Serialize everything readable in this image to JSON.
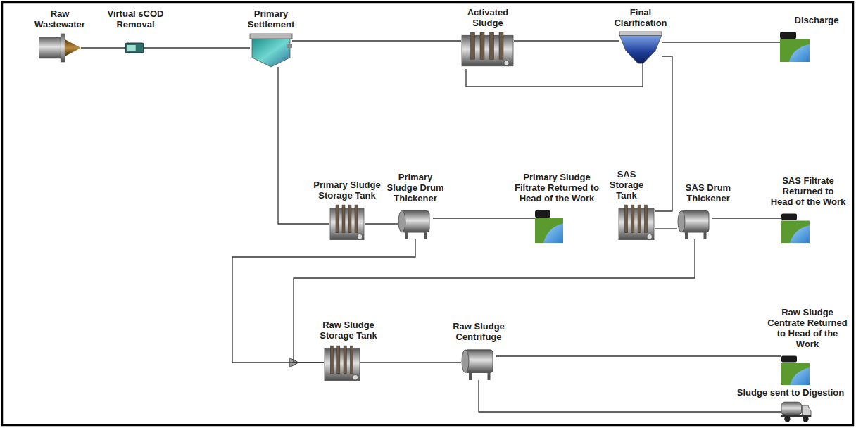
{
  "diagram": {
    "nodes": [
      {
        "text": [
          "Raw Wastewater"
        ]
      },
      {
        "text": [
          "Virtual sCOD Removal"
        ]
      },
      {
        "text": [
          "Primary Settlement"
        ]
      },
      {
        "text": [
          "Activated Sludge"
        ]
      },
      {
        "text": [
          "Final Clarification"
        ]
      },
      {
        "text": [
          "Discharge"
        ]
      },
      {
        "text": [
          "Primary Sludge Storage Tank"
        ]
      },
      {
        "text": [
          "Primary Sludge Drum Thickener"
        ]
      },
      {
        "text": [
          "Primary Sludge Filtrate Returned to Head of the Work"
        ]
      },
      {
        "text": [
          "SAS Storage Tank"
        ]
      },
      {
        "text": [
          "SAS Drum Thickener"
        ]
      },
      {
        "text": [
          "SAS Filtrate Returned to Head of the Work"
        ]
      },
      {
        "text": [
          "Raw Sludge Storage Tank"
        ]
      },
      {
        "text": [
          "Raw Sludge Centrifuge"
        ]
      },
      {
        "text": [
          "Raw Sludge Centrate Returned to Head of the Work"
        ]
      },
      {
        "text": [
          "Sludge sent to Digestion"
        ]
      }
    ],
    "edges": [
      {
        "from": 0,
        "to": 1,
        "arrow": "none"
      },
      {
        "from": 1,
        "to": 2,
        "arrow": "none"
      },
      {
        "from": 2,
        "to": 3,
        "arrow": "none"
      },
      {
        "from": 3,
        "to": 4,
        "arrow": "none"
      },
      {
        "from": 4,
        "to": 3,
        "arrow": "none"
      },
      {
        "from": 4,
        "to": 5,
        "arrow": "none"
      },
      {
        "from": 2,
        "to": 6,
        "arrow": "none"
      },
      {
        "from": 6,
        "to": 7,
        "arrow": "none"
      },
      {
        "from": 7,
        "to": 8,
        "arrow": "none"
      },
      {
        "from": 4,
        "to": 9,
        "arrow": "none"
      },
      {
        "from": 9,
        "to": 10,
        "arrow": "none"
      },
      {
        "from": 10,
        "to": 11,
        "arrow": "none"
      },
      {
        "from": 7,
        "to": 12,
        "arrow": "none"
      },
      {
        "from": 10,
        "to": 12,
        "arrow": "none"
      },
      {
        "from": 12,
        "to": 13,
        "arrow": "none"
      },
      {
        "from": 13,
        "to": 14,
        "arrow": "none"
      },
      {
        "from": 13,
        "to": 15,
        "arrow": "none"
      }
    ]
  }
}
